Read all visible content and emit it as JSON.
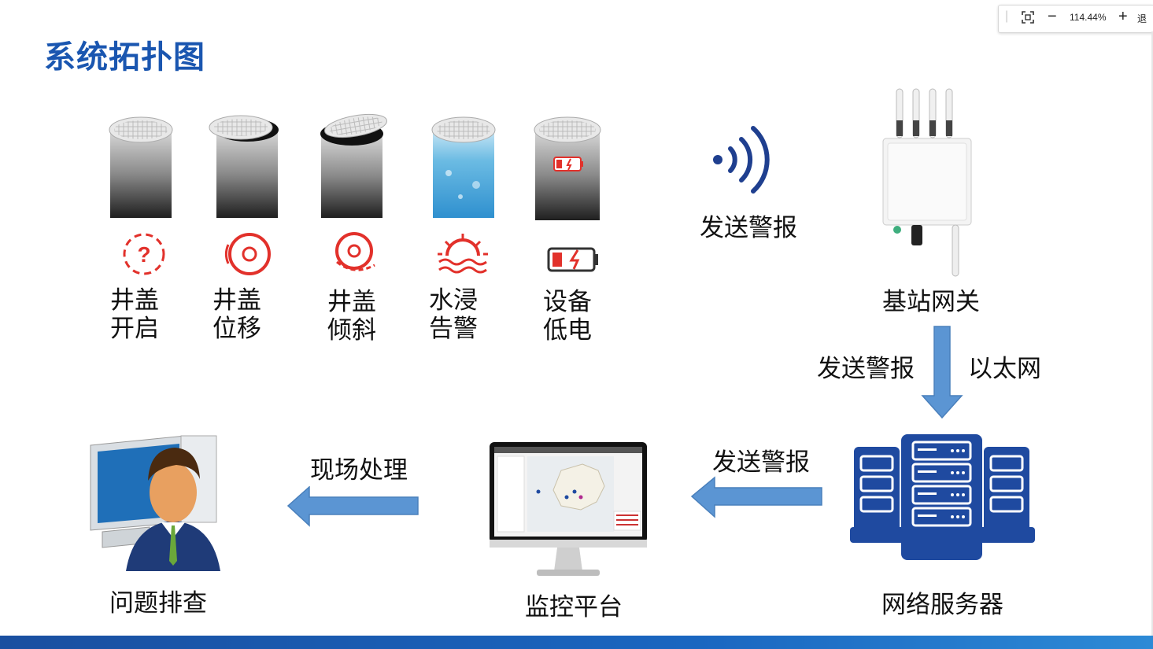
{
  "title": "系统拓扑图",
  "zoom": {
    "value": "114.44%",
    "exit_label": "退"
  },
  "sensors": [
    {
      "line1": "井盖",
      "line2": "开启",
      "icon": "question-circle-icon"
    },
    {
      "line1": "井盖",
      "line2": "位移",
      "icon": "target-circle-icon"
    },
    {
      "line1": "井盖",
      "line2": "倾斜",
      "icon": "tilt-circle-icon"
    },
    {
      "line1": "水浸",
      "line2": "告警",
      "icon": "flood-sun-icon"
    },
    {
      "line1": "设备",
      "line2": "低电",
      "icon": "low-battery-icon"
    }
  ],
  "signal_label": "发送警报",
  "gateway_label": "基站网关",
  "down_arrow": {
    "left": "发送警报",
    "right": "以太网"
  },
  "server_label": "网络服务器",
  "server_arrow_label": "发送警报",
  "monitor_label": "监控平台",
  "monitor_arrow_label": "现场处理",
  "person_label": "问题排查",
  "colors": {
    "title": "#1a56b0",
    "arrow": "#5b95d3",
    "alert_red": "#e2312b",
    "server": "#1f4aa0"
  }
}
